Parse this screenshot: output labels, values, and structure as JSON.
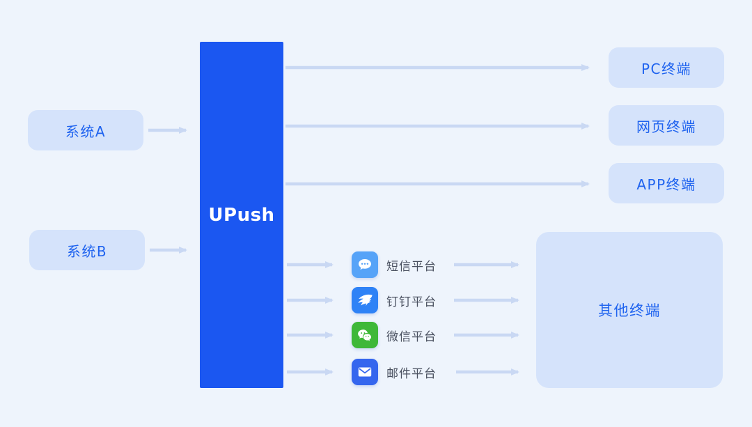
{
  "colors": {
    "canvas-bg": "#eef4fc",
    "node-bg": "#d5e3fb",
    "node-text": "#1f63ef",
    "hub-bg": "#1b57f1",
    "hub-text": "#ffffff",
    "arrow": "#c9d8f3",
    "platform-text": "#4a5160",
    "icon-sms": "#56a3f8",
    "icon-dingtalk": "#2e82f6",
    "icon-wechat": "#3eb838",
    "icon-mail": "#3566ee"
  },
  "sources": [
    {
      "label": "系统A"
    },
    {
      "label": "系统B"
    }
  ],
  "hub": {
    "label": "UPush"
  },
  "terminals": [
    {
      "label": "PC终端"
    },
    {
      "label": "网页终端"
    },
    {
      "label": "APP终端"
    }
  ],
  "platforms": [
    {
      "label": "短信平台",
      "icon": "sms-icon"
    },
    {
      "label": "钉钉平台",
      "icon": "dingtalk-icon"
    },
    {
      "label": "微信平台",
      "icon": "wechat-icon"
    },
    {
      "label": "邮件平台",
      "icon": "mail-icon"
    }
  ],
  "other_terminal": {
    "label": "其他终端"
  }
}
